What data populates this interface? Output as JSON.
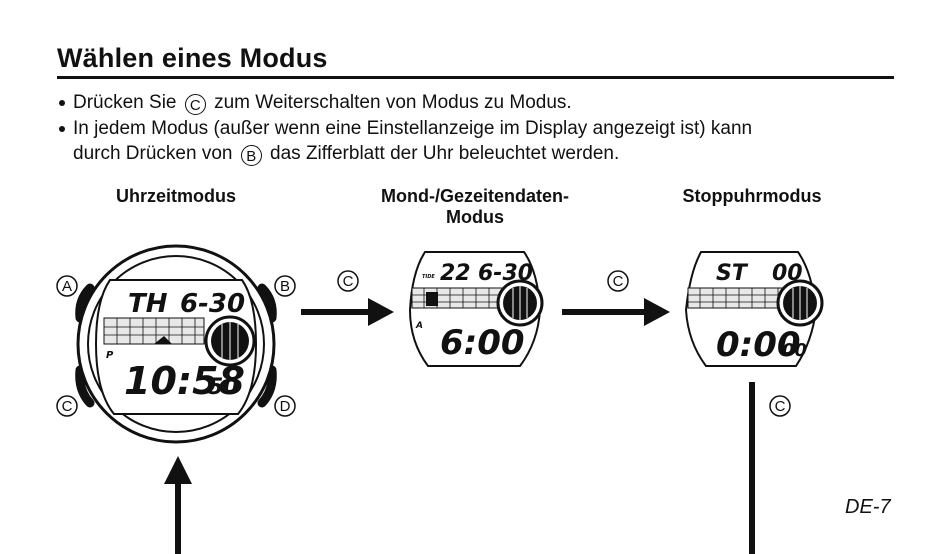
{
  "heading": "Wählen eines Modus",
  "bullets": [
    {
      "before": "Drücken Sie",
      "button": "C",
      "after": "zum Weiterschalten von Modus zu Modus."
    },
    {
      "line1": "In jedem Modus (außer wenn eine Einstellanzeige im Display angezeigt ist) kann",
      "before": "durch Drücken von",
      "button": "B",
      "after": "das Zifferblatt der Uhr beleuchtet werden."
    }
  ],
  "modes": {
    "timekeeping": {
      "label": "Uhrzeitmodus",
      "display_top_left": "TH",
      "display_top_right": "6-30",
      "display_main": "10:58",
      "display_seconds": "50",
      "pm_indicator": "P",
      "buttons": {
        "a": "A",
        "b": "B",
        "c": "C",
        "d": "D"
      }
    },
    "moon_tide": {
      "label_line1": "Mond-/Gezeitendaten-",
      "label_line2": "Modus",
      "display_top_tag": "TIDE",
      "display_top_left": "22",
      "display_top_right": "6-30",
      "display_main": "6:00",
      "am_indicator": "A"
    },
    "stopwatch": {
      "label": "Stoppuhrmodus",
      "display_top_left": "ST",
      "display_top_right": "00",
      "display_main": "0:00",
      "display_small": "00"
    }
  },
  "arrow_labels": {
    "first": "C",
    "second": "C",
    "down": "C"
  },
  "page_number": "DE-7"
}
